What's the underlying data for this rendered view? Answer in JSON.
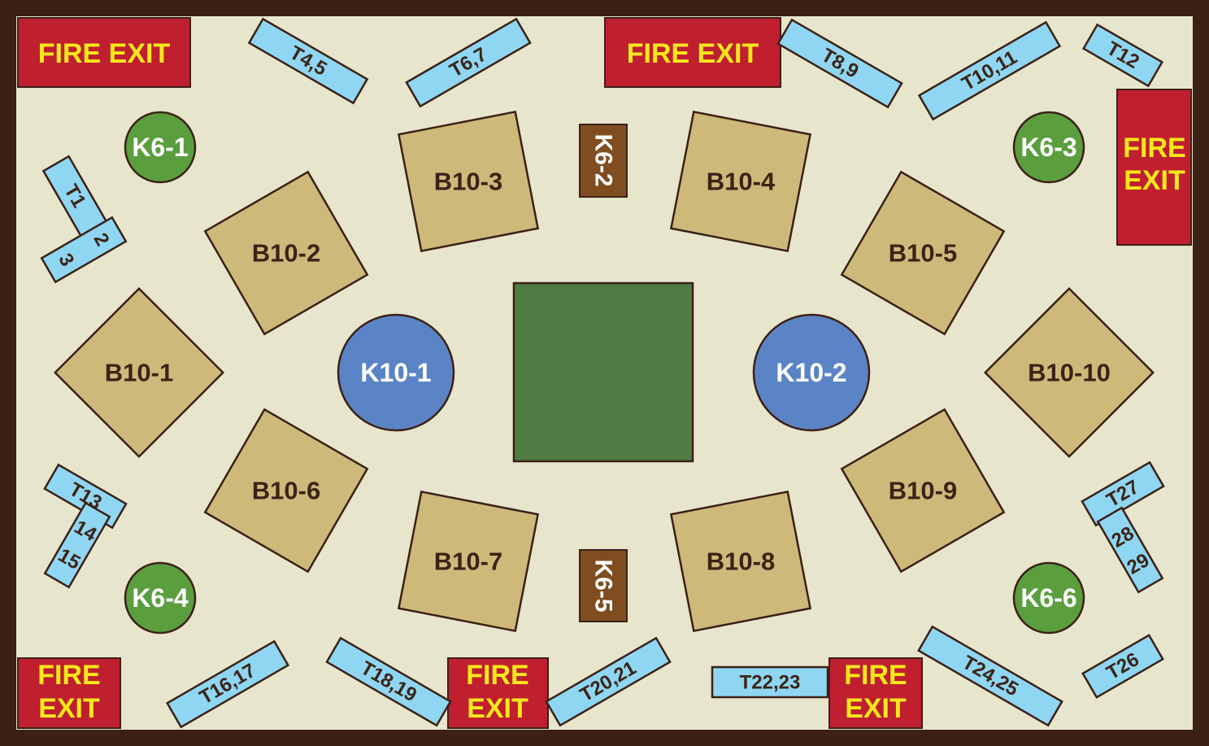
{
  "fire_exits": [
    {
      "lines": [
        "FIRE EXIT"
      ]
    },
    {
      "lines": [
        "FIRE EXIT"
      ]
    },
    {
      "lines": [
        "FIRE",
        "EXIT"
      ]
    },
    {
      "lines": [
        "FIRE",
        "EXIT"
      ]
    },
    {
      "lines": [
        "FIRE",
        "EXIT"
      ]
    },
    {
      "lines": [
        "FIRE",
        "EXIT"
      ]
    }
  ],
  "booths": [
    "B10-1",
    "B10-2",
    "B10-3",
    "B10-4",
    "B10-5",
    "B10-6",
    "B10-7",
    "B10-8",
    "B10-9",
    "B10-10"
  ],
  "kiosks_small": [
    "K6-1",
    "K6-3",
    "K6-4",
    "K6-6"
  ],
  "kiosks_box": [
    "K6-2",
    "K6-5"
  ],
  "kiosks_large": [
    "K10-1",
    "K10-2"
  ],
  "tables": [
    "T1",
    "2",
    "3",
    "T4,5",
    "T6,7",
    "T8,9",
    "T10,11",
    "T12",
    "T13",
    "14",
    "15",
    "T16,17",
    "T18,19",
    "T20,21",
    "T22,23",
    "T24,25",
    "T26",
    "T27",
    "28",
    "29"
  ],
  "colors": {
    "frame": "#3b2016",
    "floor": "#e8e5cd",
    "fire_exit": "#c01f2f",
    "fire_text": "#f7e81c",
    "booth": "#cdb97a",
    "table": "#8fd6f2",
    "k6": "#5a9e3e",
    "k10": "#5b84c6",
    "stage": "#4f7c42",
    "kiosk_box": "#7f4d1f"
  }
}
